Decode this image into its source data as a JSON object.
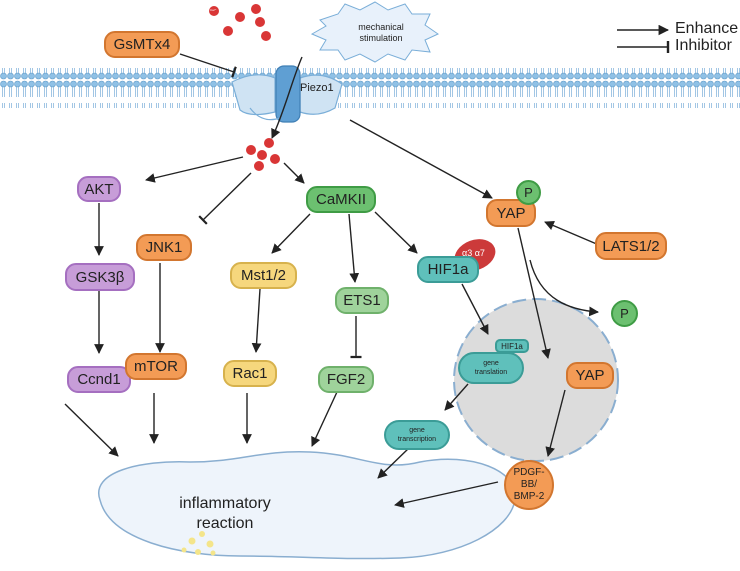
{
  "legend": {
    "enhance": "Enhance",
    "inhibitor": "Inhibitor"
  },
  "stimulus": {
    "mechanical": [
      "mechanical",
      "stimulation"
    ]
  },
  "ions": {
    "ca": "Ca²⁺"
  },
  "channel": "Piezo1",
  "inhibitor_drug": "GsMTx4",
  "nodes": {
    "akt": "AKT",
    "gsk3b": "GSK3β",
    "ccnd1": "Ccnd1",
    "jnk1": "JNK1",
    "mtor": "mTOR",
    "camkii": "CaMKII",
    "mst12": "Mst1/2",
    "rac1": "Rac1",
    "ets1": "ETS1",
    "fgf2": "FGF2",
    "hif1a": "HIF1a",
    "hif1a_small": "HIF1a",
    "integrin": "α3 α7",
    "yap": "YAP",
    "yap_nucleus": "YAP",
    "lats12": "LATS1/2",
    "p": "P",
    "gene_translation": [
      "gene",
      "translation"
    ],
    "gene_transcription": [
      "gene",
      "transcription"
    ],
    "pdgf": [
      "PDGF-",
      "BB/",
      "BMP-2"
    ]
  },
  "outcome": [
    "inflammatory",
    "reaction"
  ],
  "colors": {
    "membrane": "#8fc1e6",
    "arrow": "#222222",
    "nucleus": "#dcdcdc",
    "ion": "#d93636"
  }
}
